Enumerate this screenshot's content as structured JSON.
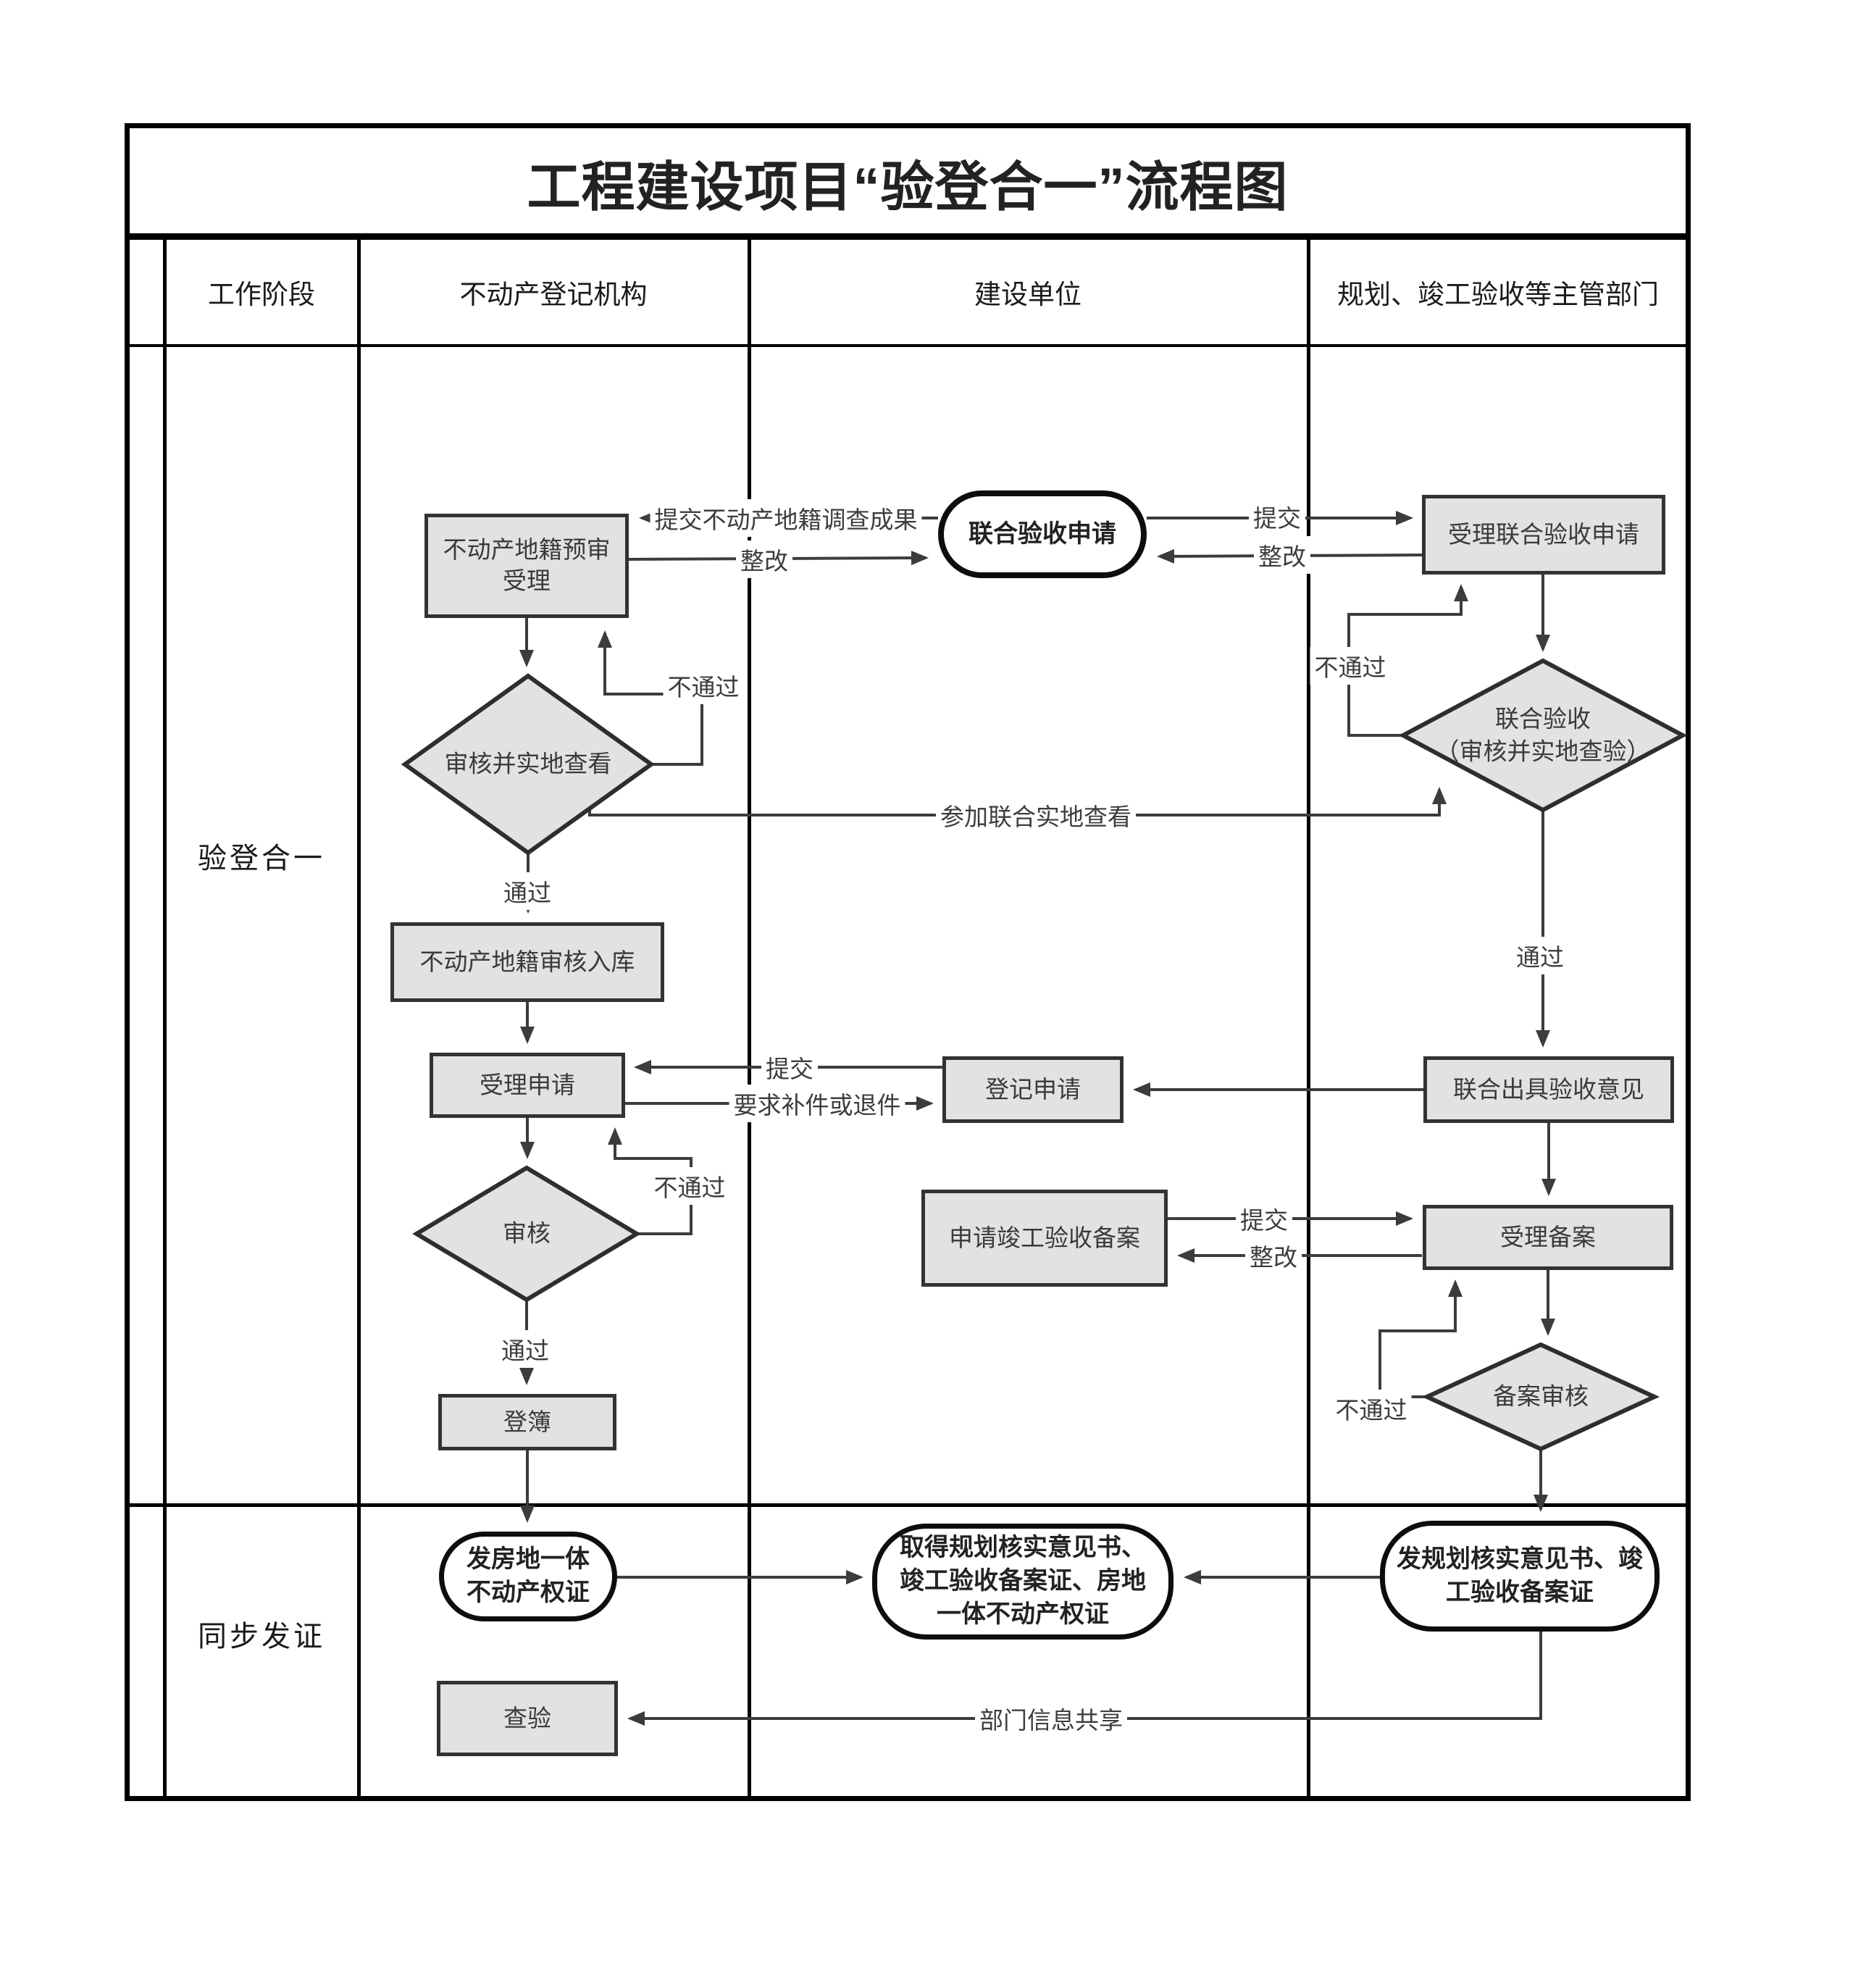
{
  "title": "工程建设项目“验登合一”流程图",
  "header": {
    "stage": "工作阶段",
    "registration_agency": "不动产登记机构",
    "construction_unit": "建设单位",
    "authority": "规划、竣工验收等主管部门"
  },
  "stages": {
    "combined_acceptance": "验登合一",
    "sync_issuance": "同步发证"
  },
  "nodes": {
    "precheck": "不动产地籍预审\n受理",
    "site_review": "审核并实地查看",
    "cadastre_store": "不动产地籍审核入库",
    "accept_application": "受理申请",
    "review": "审核",
    "register_book": "登簿",
    "issue_cert": "发房地一体\n不动产权证",
    "verify": "查验",
    "joint_apply": "联合验收申请",
    "register_apply": "登记申请",
    "filing_apply": "申请竣工验收备案",
    "obtain_certs": "取得规划核实意见书、\n竣工验收备案证、房地\n一体不动产权证",
    "accept_joint": "受理联合验收申请",
    "joint_check": "联合验收\n（审核并实地查验）",
    "joint_opinion": "联合出具验收意见",
    "accept_filing": "受理备案",
    "filing_review": "备案审核",
    "issue_docs": "发规划核实意见书、竣\n工验收备案证"
  },
  "labels": {
    "submit": "提交",
    "rectify": "整改",
    "pass": "通过",
    "fail": "不通过",
    "submit_cadastral": "提交不动产地籍调查成果",
    "join_site_check": "参加联合实地查看",
    "supplement_or_return": "要求补件或退件",
    "info_share": "部门信息共享"
  }
}
